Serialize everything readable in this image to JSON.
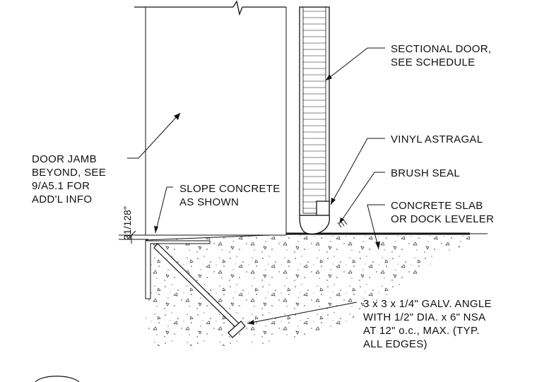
{
  "notes": {
    "sectional_door": [
      "SECTIONAL DOOR,",
      "SEE SCHEDULE"
    ],
    "vinyl_astragal": [
      "VINYL ASTRAGAL"
    ],
    "brush_seal": [
      "BRUSH SEAL"
    ],
    "concrete_slab": [
      "CONCRETE SLAB",
      "OR DOCK LEVELER"
    ],
    "door_jamb": [
      "DOOR JAMB",
      "BEYOND, SEE",
      "9/A5.1 FOR",
      "ADD'L INFO"
    ],
    "slope_concrete": [
      "SLOPE CONCRETE",
      "AS SHOWN"
    ],
    "galv_angle": [
      "3 x 3 x 1/4\" GALV. ANGLE",
      "WITH  1/2\" DIA. x 6\" NSA",
      "AT 12\" o.c., MAX. (TYP.",
      "ALL EDGES)"
    ]
  },
  "dimension": {
    "slope_height": "31/128\""
  }
}
